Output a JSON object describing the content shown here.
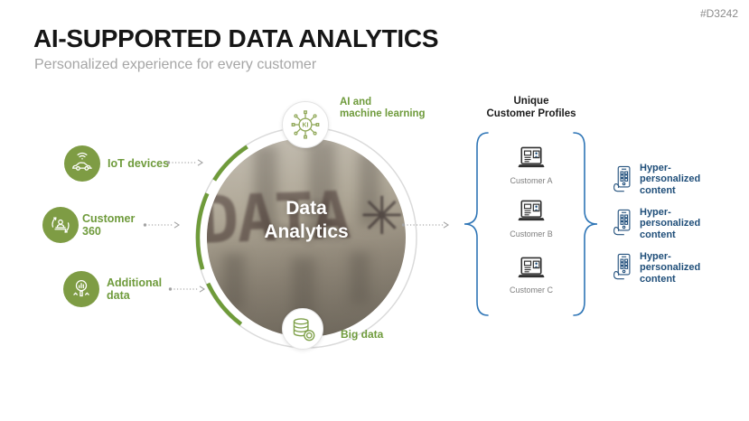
{
  "slide": {
    "title": "AI-SUPPORTED DATA ANALYTICS",
    "subtitle": "Personalized experience for every customer",
    "tag": "#D3242"
  },
  "colors": {
    "green_fill": "#7e9c44",
    "green_text": "#6f9b3c",
    "blue_dark_text": "#1f4e79",
    "blue_brace": "#2e75b6",
    "gray_arrow": "#a3a3a3"
  },
  "center": {
    "label_line1": "Data",
    "label_line2": "Analytics",
    "photo_word": "DATA",
    "photo_symbol": "✳"
  },
  "satellites": {
    "top": {
      "chip_text": "KI",
      "label_line1": "AI and",
      "label_line2": "machine learning"
    },
    "bottom": {
      "label": "Big data"
    }
  },
  "inputs": [
    {
      "label_line1": "IoT devices",
      "label_line2": ""
    },
    {
      "label_line1": "Customer",
      "label_line2": "360"
    },
    {
      "label_line1": "Additional",
      "label_line2": "data"
    }
  ],
  "profiles": {
    "header_line1": "Unique",
    "header_line2": "Customer Profiles",
    "customers": [
      {
        "label": "Customer A"
      },
      {
        "label": "Customer B"
      },
      {
        "label": "Customer C"
      }
    ]
  },
  "outputs": [
    {
      "line1": "Hyper-",
      "line2": "personalized",
      "line3": "content"
    },
    {
      "line1": "Hyper-",
      "line2": "personalized",
      "line3": "content"
    },
    {
      "line1": "Hyper-",
      "line2": "personalized",
      "line3": "content"
    }
  ]
}
